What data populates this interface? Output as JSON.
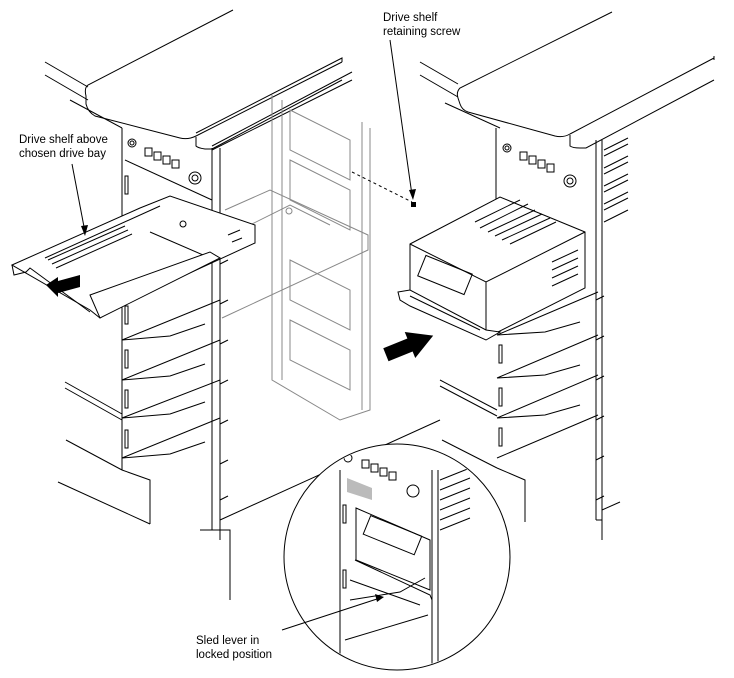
{
  "figure": {
    "type": "technical-illustration",
    "subject": "Installing a drive into a chassis drive bay",
    "callouts": [
      {
        "id": "retaining-screw",
        "lines": [
          "Drive shelf",
          "retaining screw"
        ]
      },
      {
        "id": "drive-shelf",
        "lines": [
          "Drive shelf above",
          "chosen drive bay"
        ]
      },
      {
        "id": "sled-lever",
        "lines": [
          "Sled lever in",
          "locked position"
        ]
      }
    ],
    "panels": [
      {
        "id": "left-chassis",
        "description": "Drive shelf being pulled out of chassis"
      },
      {
        "id": "right-chassis",
        "description": "Drive being pushed into bay"
      },
      {
        "id": "detail-circle",
        "description": "Close-up of installed drive with locked sled lever"
      }
    ],
    "colors": {
      "line": "#000000",
      "ghost-line": "#888888",
      "background": "#ffffff"
    }
  }
}
